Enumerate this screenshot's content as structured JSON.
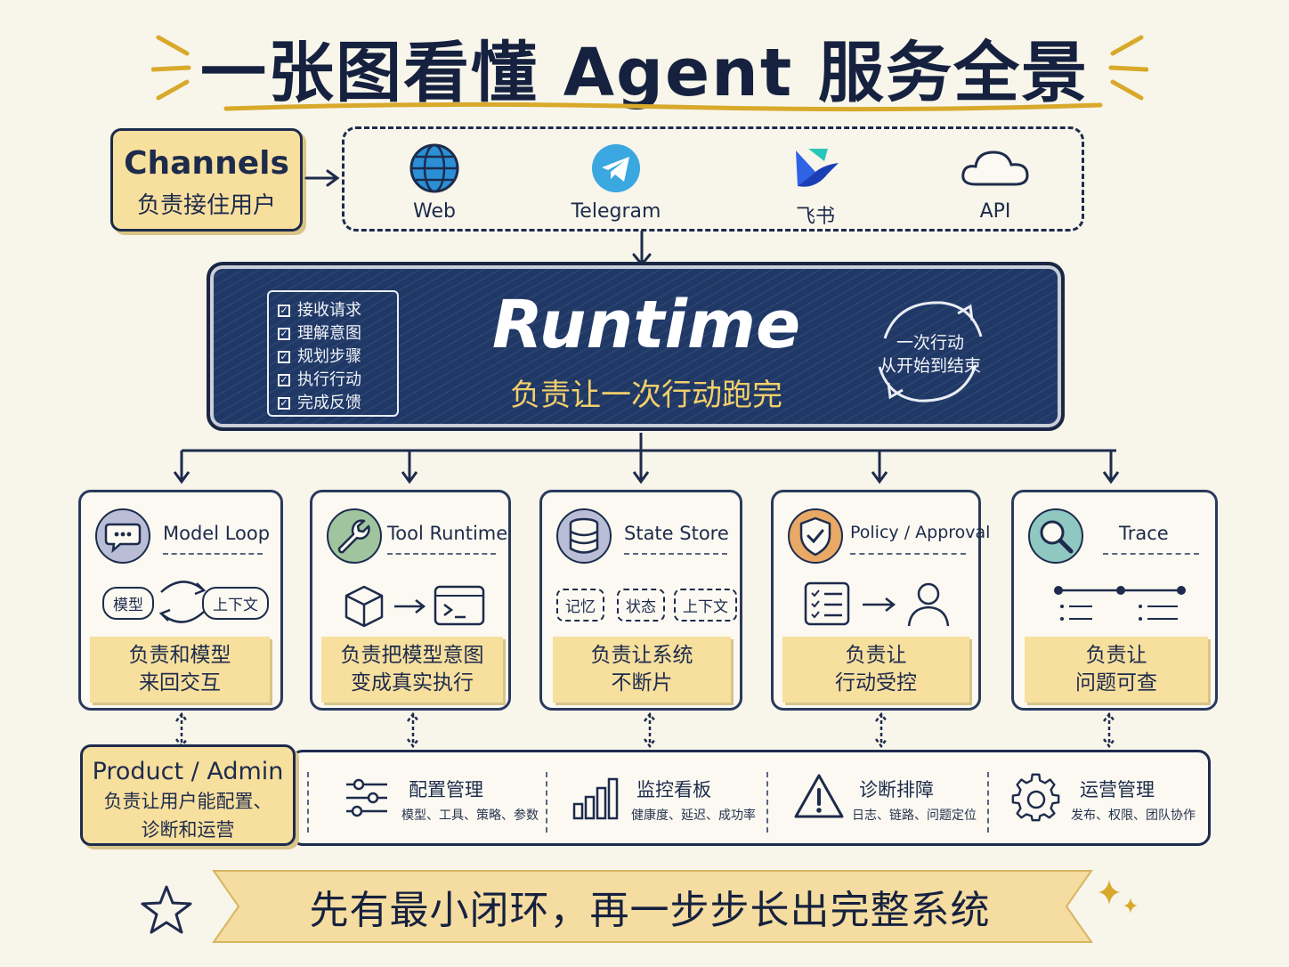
{
  "title": "一张图看懂 Agent 服务全景",
  "channels": {
    "label": "Channels",
    "desc": "负责接住用户",
    "items": [
      {
        "label": "Web",
        "icon": "globe-icon"
      },
      {
        "label": "Telegram",
        "icon": "telegram-icon"
      },
      {
        "label": "飞书",
        "icon": "feishu-icon"
      },
      {
        "label": "API",
        "icon": "cloud-icon"
      }
    ]
  },
  "runtime": {
    "title": "Runtime",
    "desc": "负责让一次行动跑完",
    "steps": [
      "接收请求",
      "理解意图",
      "规划步骤",
      "执行行动",
      "完成反馈"
    ],
    "cycle_line1": "一次行动",
    "cycle_line2": "从开始到结束"
  },
  "modules": [
    {
      "name": "Model Loop",
      "icon": "chat-bubble-icon",
      "pills": [
        "模型",
        "上下文"
      ],
      "note1": "负责和模型",
      "note2": "来回交互"
    },
    {
      "name": "Tool Runtime",
      "icon": "wrench-icon",
      "note1": "负责把模型意图",
      "note2": "变成真实执行"
    },
    {
      "name": "State Store",
      "icon": "database-icon",
      "pills": [
        "记忆",
        "状态",
        "上下文"
      ],
      "note1": "负责让系统",
      "note2": "不断片"
    },
    {
      "name": "Policy / Approval",
      "icon": "shield-check-icon",
      "note1": "负责让",
      "note2": "行动受控"
    },
    {
      "name": "Trace",
      "icon": "magnifier-icon",
      "note1": "负责让",
      "note2": "问题可查"
    }
  ],
  "admin": {
    "label": "Product / Admin",
    "desc1": "负责让用户能配置、",
    "desc2": "诊断和运营",
    "items": [
      {
        "title": "配置管理",
        "sub": "模型、工具、策略、参数",
        "icon": "sliders-icon"
      },
      {
        "title": "监控看板",
        "sub": "健康度、延迟、成功率",
        "icon": "bar-chart-icon"
      },
      {
        "title": "诊断排障",
        "sub": "日志、链路、问题定位",
        "icon": "warning-icon"
      },
      {
        "title": "运营管理",
        "sub": "发布、权限、团队协作",
        "icon": "gear-icon"
      }
    ]
  },
  "footer": "先有最小闭环，再一步步长出完整系统",
  "colors": {
    "navy": "#1d2b4c",
    "runtime_bg": "#1f3866",
    "note_yellow": "#f7df9e",
    "gold_text": "#f3cf6a",
    "background": "#f8f5ea"
  }
}
